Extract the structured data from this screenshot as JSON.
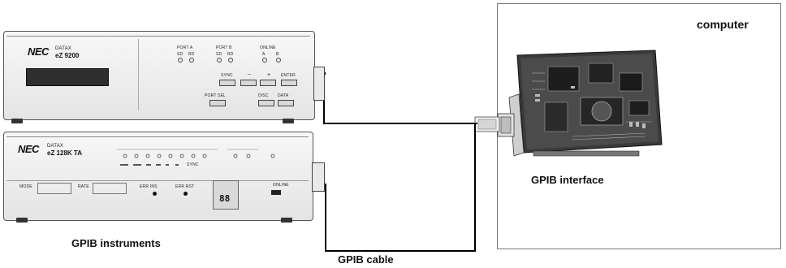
{
  "labels": {
    "computer": "computer",
    "gpib_interface": "GPIB interface",
    "gpib_instruments": "GPIB instruments",
    "gpib_cable": "GPIB cable"
  },
  "device_top": {
    "brand": "NEC",
    "maker": "DATAX",
    "model": "eZ 9200",
    "port_a": "PORT A",
    "port_b": "PORT B",
    "online": "ONLINE",
    "sd": "SD",
    "rd": "RD",
    "a": "A",
    "b": "B",
    "sync": "SYNC",
    "minus": "−",
    "plus": "+",
    "enter": "ENTER",
    "port_sel": "PORT SEL",
    "disc": "DISC",
    "data": "DATA"
  },
  "device_bottom": {
    "brand": "NEC",
    "maker": "DATAX",
    "model": "eZ 128K TA",
    "mode": "MODE",
    "rate": "RATE",
    "err_ins": "ERR INS",
    "err_rst": "ERR RST",
    "mode_display": "88",
    "sync": "SYNC",
    "online": "ONLINE"
  },
  "colors": {
    "cable": "#000000",
    "frame": "#777777",
    "board": "#3a3a3a"
  }
}
